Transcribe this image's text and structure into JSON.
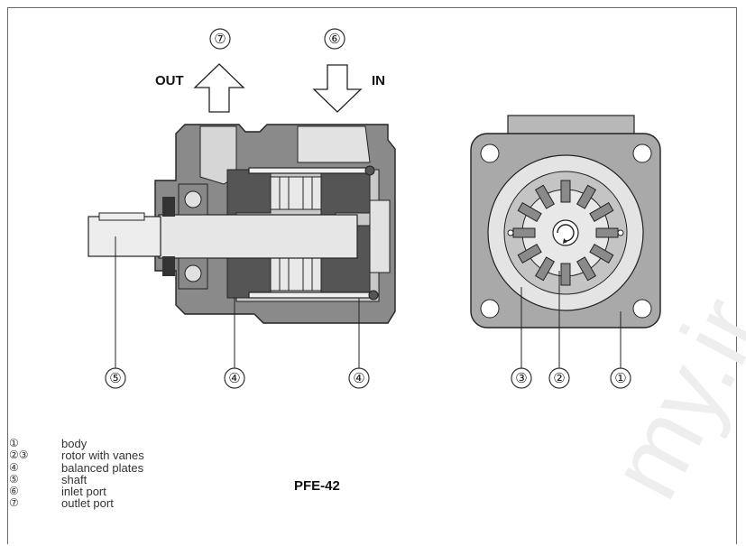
{
  "callouts": {
    "outlet": "⑦",
    "inlet": "⑥",
    "shaft": "⑤",
    "plate_left": "④",
    "plate_right": "④",
    "vanes": "③",
    "rotor": "②",
    "body": "①"
  },
  "ports": {
    "out_label": "OUT",
    "in_label": "IN"
  },
  "legend": [
    {
      "symbol": "①",
      "text": "body"
    },
    {
      "symbol": "②③",
      "text": "rotor with vanes"
    },
    {
      "symbol": "④",
      "text": "balanced plates"
    },
    {
      "symbol": "⑤",
      "text": "shaft"
    },
    {
      "symbol": "⑥",
      "text": "inlet port"
    },
    {
      "symbol": "⑦",
      "text": "outlet port"
    }
  ],
  "model": "PFE-42",
  "watermark": "my.ir",
  "colors": {
    "frame": "#6a6a6a",
    "body_dark": "#7a7a7a",
    "body_mid": "#a8a8a8",
    "light": "#d8d8d8",
    "line": "#222222"
  }
}
